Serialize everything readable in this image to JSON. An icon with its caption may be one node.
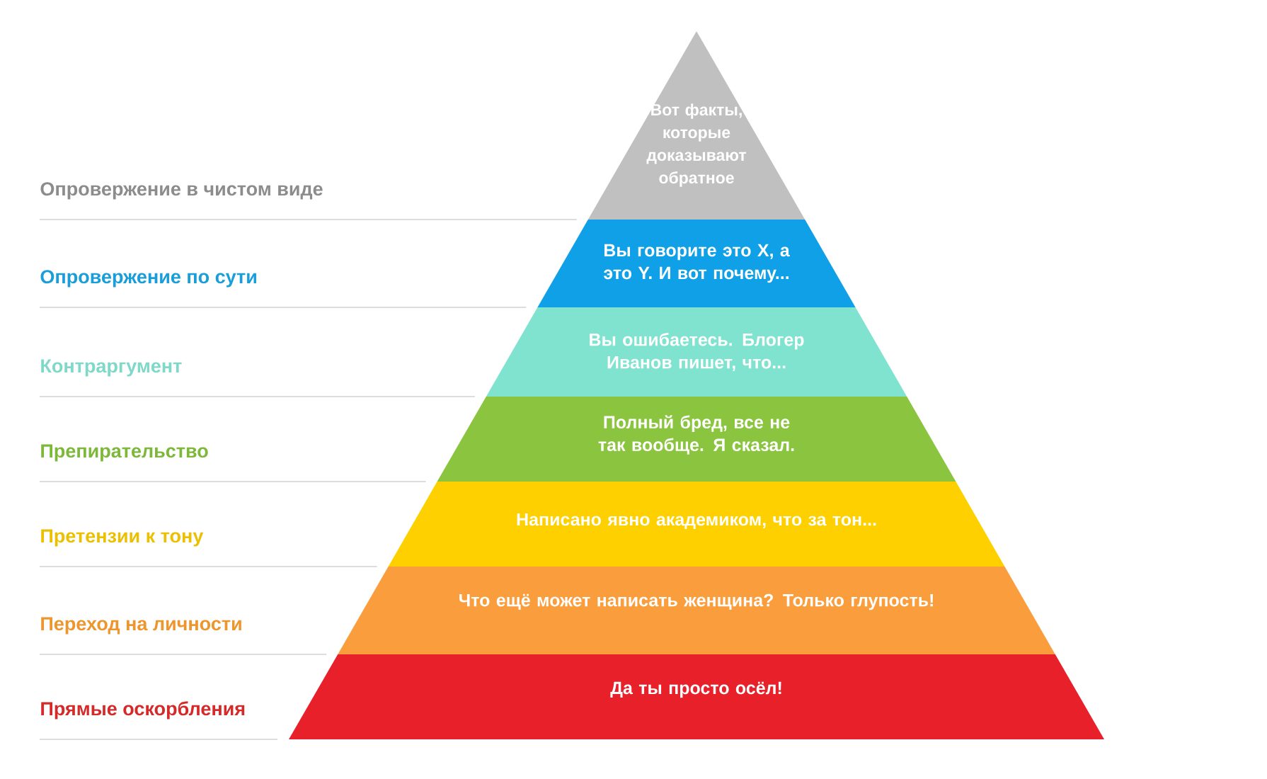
{
  "diagram": {
    "nodes": [
      {
        "text": [
          "Вот факты, которые доказывают обратное"
        ]
      },
      {
        "text": [
          "Вы говорите это X, а это Y. И вот почему..."
        ]
      },
      {
        "text": [
          "Вы ошибаетесь. Блогер Иванов пишет, что..."
        ]
      },
      {
        "text": [
          "Полный бред, все не так вообще. Я сказал."
        ]
      },
      {
        "text": [
          "Написано явно академиком, что за тон..."
        ]
      },
      {
        "text": [
          "Что ещё может написать женщина? Только глупость!"
        ]
      },
      {
        "text": [
          "Да ты просто осёл!"
        ]
      }
    ],
    "labels": [
      "Опровержение в чистом виде",
      "Опровержение по сути",
      "Контраргумент",
      "Препирательство",
      "Претензии к тону",
      "Переход на личности",
      "Прямые оскорбления"
    ]
  }
}
